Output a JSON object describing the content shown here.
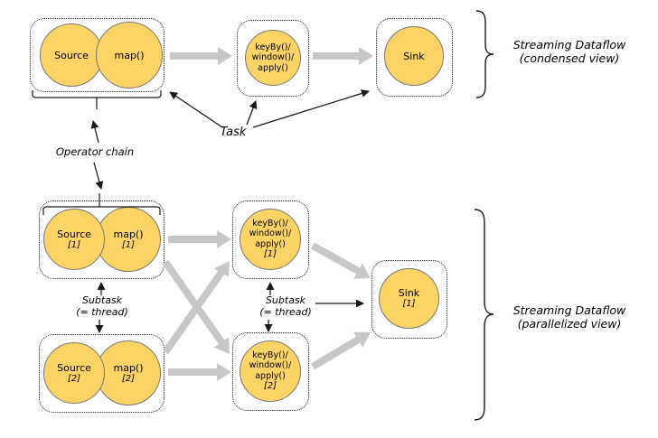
{
  "annotations": {
    "task_label": "Task",
    "operator_chain_label": "Operator chain",
    "subtask_line1": "Subtask",
    "subtask_line2": "(= thread)",
    "condensed_caption_line1": "Streaming Dataflow",
    "condensed_caption_line2": "(condensed view)",
    "parallel_caption_line1": "Streaming Dataflow",
    "parallel_caption_line2": "(parallelized view)"
  },
  "condensed": {
    "source": {
      "label": "Source"
    },
    "map": {
      "label": "map()"
    },
    "task": {
      "line1": "keyBy()/",
      "line2": "window()/",
      "line3": "apply()"
    },
    "sink": {
      "label": "Sink"
    }
  },
  "parallel": {
    "source1": {
      "label": "Source",
      "index": "[1]"
    },
    "map1": {
      "label": "map()",
      "index": "[1]"
    },
    "source2": {
      "label": "Source",
      "index": "[2]"
    },
    "map2": {
      "label": "map()",
      "index": "[2]"
    },
    "task1": {
      "line1": "keyBy()/",
      "line2": "window()/",
      "line3": "apply()",
      "index": "[1]"
    },
    "task2": {
      "line1": "keyBy()/",
      "line2": "window()/",
      "line3": "apply()",
      "index": "[2]"
    },
    "sink": {
      "label": "Sink",
      "index": "[1]"
    }
  },
  "colors": {
    "node_fill": "#FCD365",
    "node_border": "#767676",
    "dataflow_arrow": "#C7C7C7",
    "line_color": "#1A1A1A",
    "background": "#FFFFFF"
  }
}
